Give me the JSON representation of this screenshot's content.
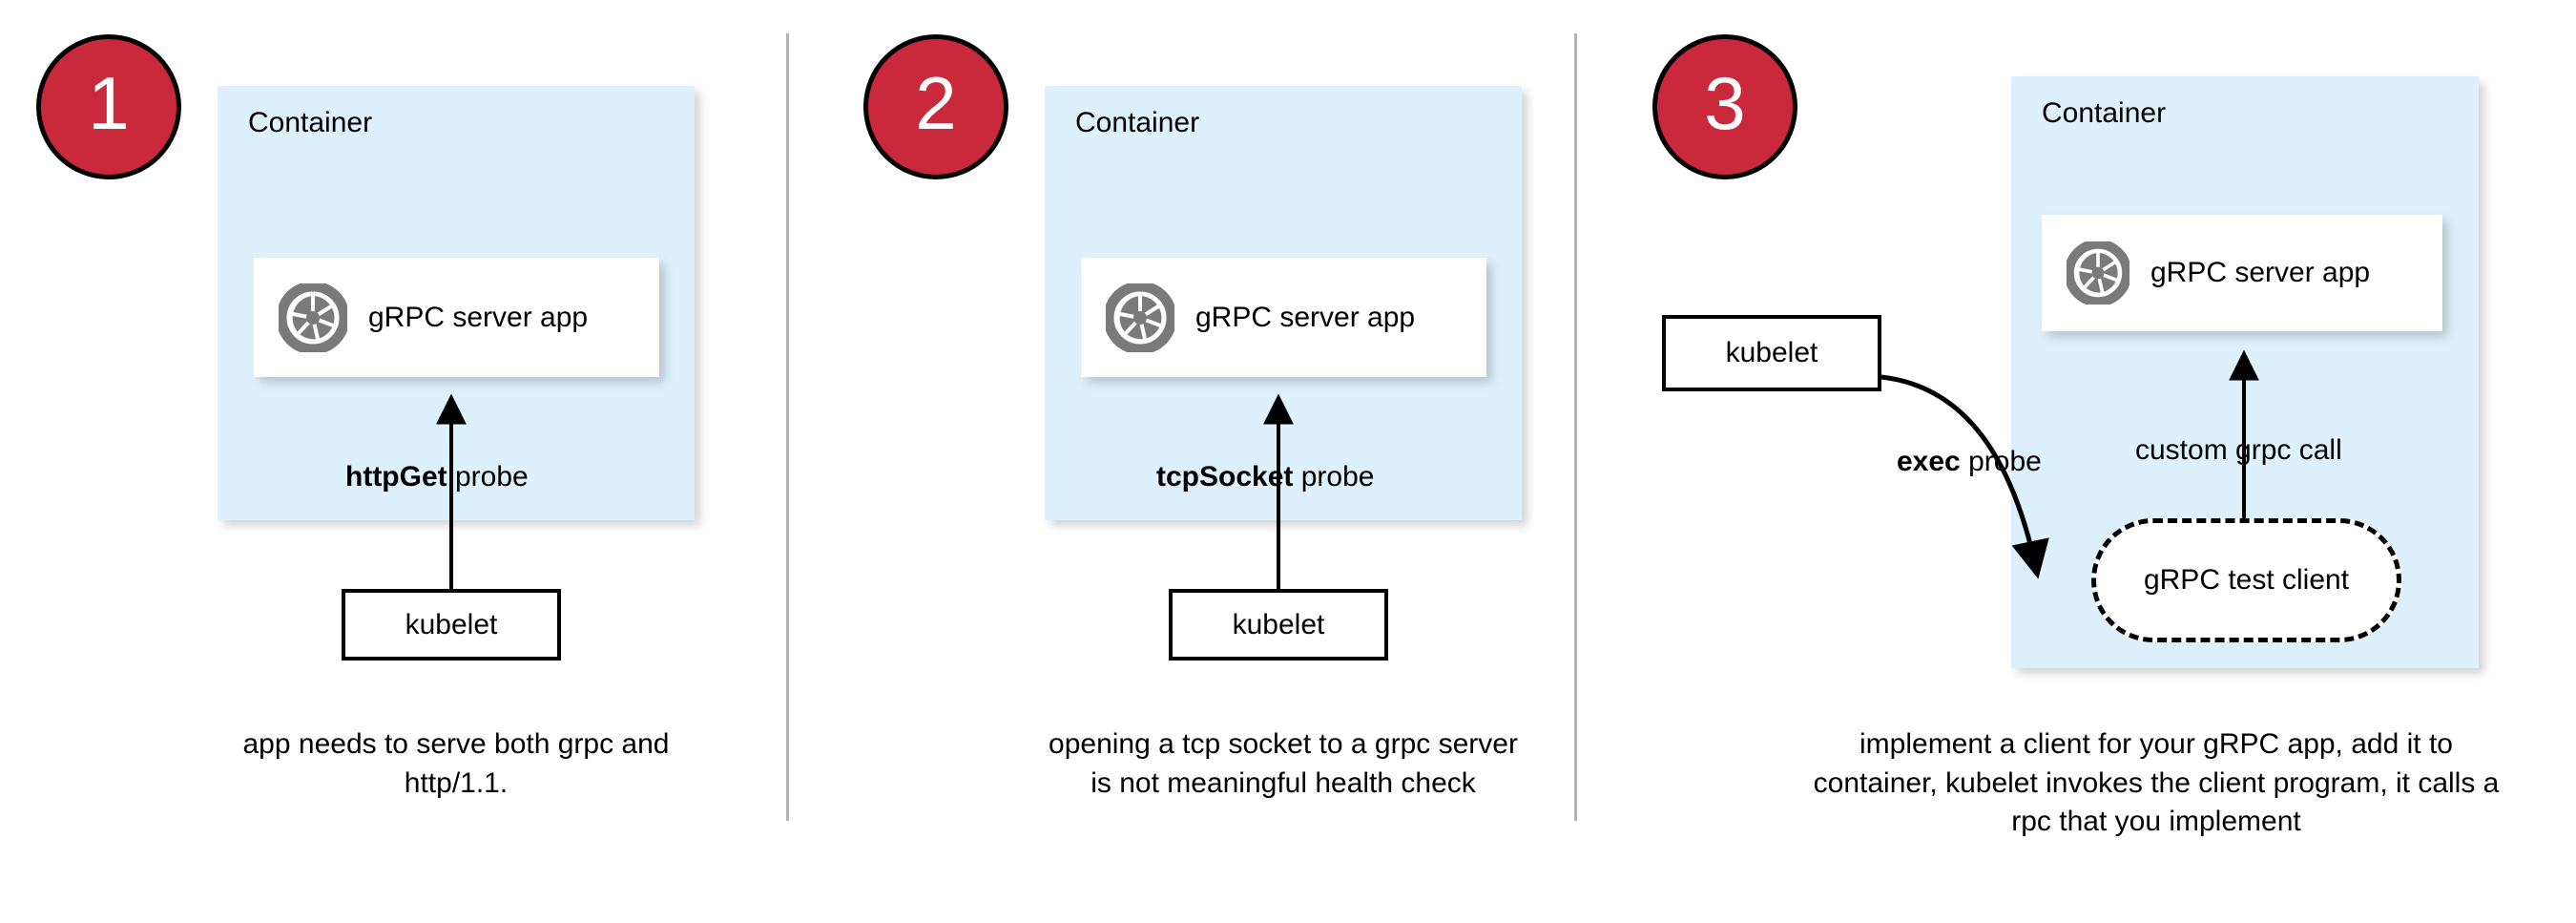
{
  "diagram": {
    "title": "gRPC health probe approaches in Kubernetes",
    "colors": {
      "badge_fill": "#c9293b",
      "badge_border": "#000000",
      "badge_text": "#ffffff",
      "container_fill": "#ddf0fb",
      "card_fill": "#ffffff",
      "divider": "#b3b3b3",
      "stroke": "#000000",
      "grpc_icon": "#7a7a7a"
    }
  },
  "panels": [
    {
      "badge": "1",
      "container_label": "Container",
      "app": {
        "icon": "grpc-aperture-icon",
        "label": "gRPC server app"
      },
      "probe": {
        "bold": "httpGet",
        "rest": " probe"
      },
      "kubelet_label": "kubelet",
      "caption": "app needs to serve both grpc and http/1.1."
    },
    {
      "badge": "2",
      "container_label": "Container",
      "app": {
        "icon": "grpc-aperture-icon",
        "label": "gRPC server app"
      },
      "probe": {
        "bold": "tcpSocket",
        "rest": " probe"
      },
      "kubelet_label": "kubelet",
      "caption": "opening a tcp socket to a grpc server is not meaningful health check"
    },
    {
      "badge": "3",
      "container_label": "Container",
      "app": {
        "icon": "grpc-aperture-icon",
        "label": "gRPC server app"
      },
      "probe": {
        "bold": "exec",
        "rest": " probe"
      },
      "inner_call_label": "custom grpc call",
      "test_client_label": "gRPC test client",
      "kubelet_label": "kubelet",
      "caption": "implement a client for your gRPC app, add it to container, kubelet invokes the client program, it calls a rpc that you implement"
    }
  ]
}
